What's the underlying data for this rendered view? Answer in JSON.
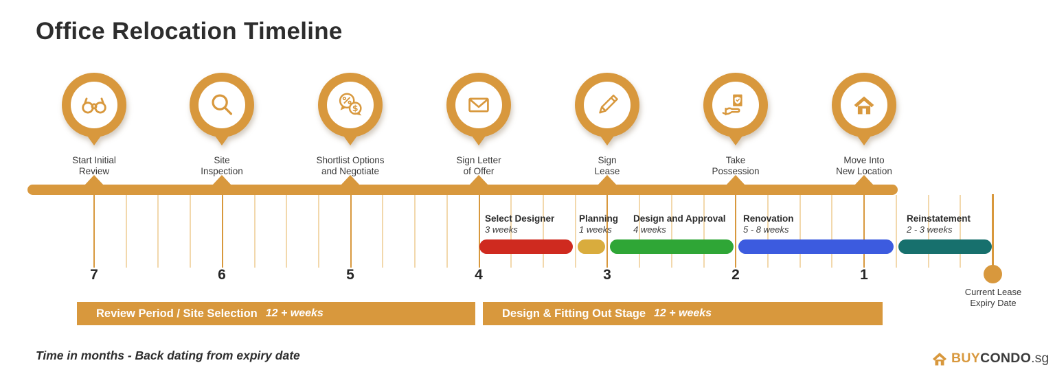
{
  "title": "Office Relocation Timeline",
  "colors": {
    "accent": "#D8983D",
    "tick_minor": "#F2D8AC",
    "red": "#CF2A1F",
    "gold": "#D9AC3D",
    "green": "#2FA636",
    "blue": "#3C5BDF",
    "teal": "#17706D"
  },
  "milestones": [
    {
      "icon": "binoculars-icon",
      "label_lines": [
        "Start Initial",
        "Review"
      ]
    },
    {
      "icon": "magnifier-icon",
      "label_lines": [
        "Site",
        "Inspection"
      ]
    },
    {
      "icon": "chat-negotiate-icon",
      "label_lines": [
        "Shortlist Options",
        "and Negotiate"
      ]
    },
    {
      "icon": "envelope-icon",
      "label_lines": [
        "Sign Letter",
        "of Offer"
      ]
    },
    {
      "icon": "pencil-icon",
      "label_lines": [
        "Sign",
        "Lease"
      ]
    },
    {
      "icon": "hand-document-icon",
      "label_lines": [
        "Take",
        "Possession"
      ]
    },
    {
      "icon": "home-icon",
      "label_lines": [
        "Move Into",
        "New Location"
      ]
    }
  ],
  "month_labels": [
    "7",
    "6",
    "5",
    "4",
    "3",
    "2",
    "1"
  ],
  "phases": [
    {
      "name": "Select Designer",
      "duration": "3 weeks",
      "color": "#CF2A1F"
    },
    {
      "name": "Planning",
      "duration": "1 weeks",
      "color": "#D9AC3D"
    },
    {
      "name": "Design and Approval",
      "duration": "4 weeks",
      "color": "#2FA636"
    },
    {
      "name": "Renovation",
      "duration": "5 - 8 weeks",
      "color": "#3C5BDF"
    },
    {
      "name": "Reinstatement",
      "duration": "2 - 3 weeks",
      "color": "#17706D"
    }
  ],
  "expiry_label_lines": [
    "Current Lease",
    "Expiry Date"
  ],
  "stage_bars": [
    {
      "label": "Review Period / Site Selection",
      "duration": "12 + weeks"
    },
    {
      "label": "Design & Fitting Out Stage",
      "duration": "12 + weeks"
    }
  ],
  "footnote": "Time in months - Back dating from expiry date",
  "logo": {
    "brand_bold": "BUY",
    "brand_dark": "CONDO",
    "brand_suffix": ".sg"
  }
}
